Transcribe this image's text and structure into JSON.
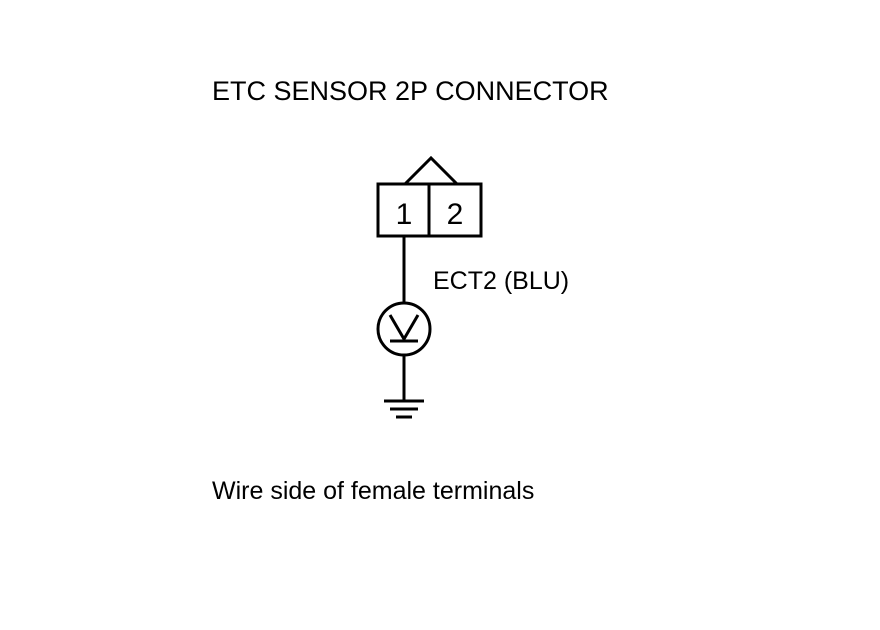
{
  "title": "ETC SENSOR 2P CONNECTOR",
  "connector": {
    "pins": [
      {
        "label": "1"
      },
      {
        "label": "2"
      }
    ]
  },
  "wire": {
    "label": "ECT2 (BLU)"
  },
  "meter": {
    "symbol": "V"
  },
  "caption": "Wire side of female terminals",
  "colors": {
    "line": "#000000",
    "background": "#ffffff"
  }
}
